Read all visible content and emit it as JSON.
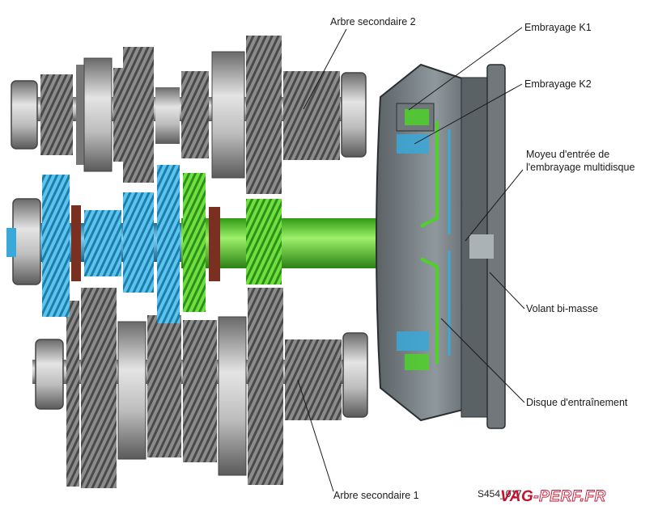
{
  "labels": {
    "arbre_secondaire_2": "Arbre secondaire 2",
    "arbre_secondaire_1": "Arbre secondaire 1",
    "embrayage_k1": "Embrayage K1",
    "embrayage_k2": "Embrayage K2",
    "moyeu_entree": "Moyeu d'entrée de l'embrayage multidisque",
    "volant_bi_masse": "Volant bi-masse",
    "disque_entrainement": "Disque d'entraînement"
  },
  "figure_code": "S454_017",
  "watermark": {
    "part1": "VAG",
    "part2": "-PERF.FR"
  },
  "colors": {
    "shaft_blue": "#3aa8d8",
    "shaft_green": "#4fd12a",
    "gear_grey": "#9a9a9a",
    "housing_dark": "#3c4347",
    "brand_red": "#c8102e"
  }
}
